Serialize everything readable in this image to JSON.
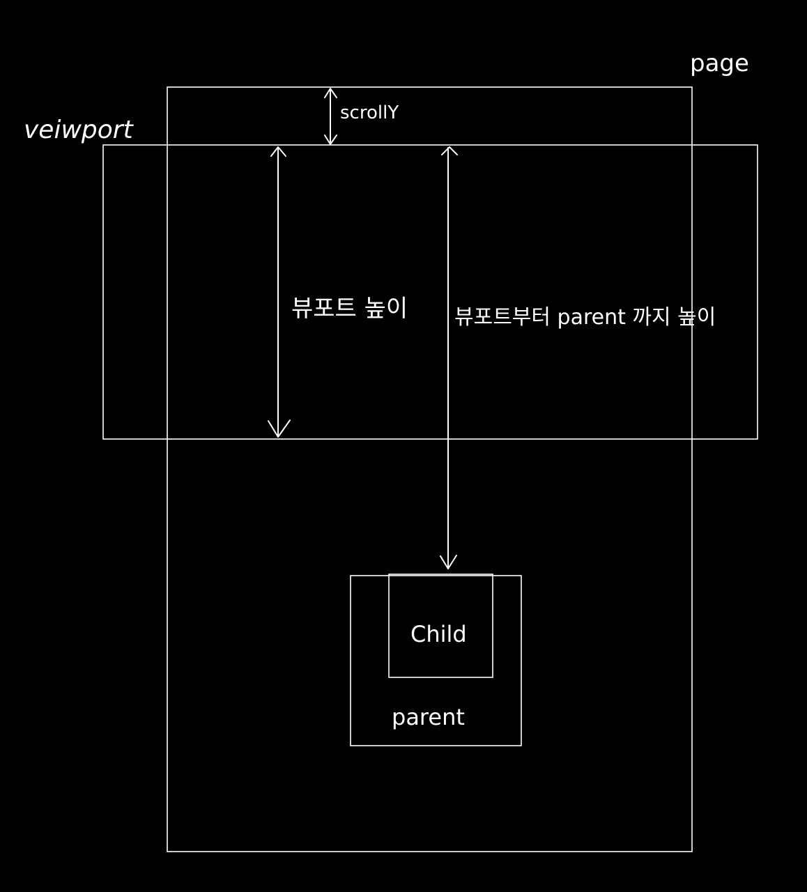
{
  "diagram": {
    "labels": {
      "page": "page",
      "viewport": "veiwport",
      "scrolly": "scrollY",
      "viewport_height": "뷰포트 높이",
      "viewport_to_parent": "뷰포트부터 parent 까지 높이",
      "child": "Child",
      "parent": "parent"
    },
    "stroke_color": "#ffffff",
    "background_color": "#000000"
  }
}
